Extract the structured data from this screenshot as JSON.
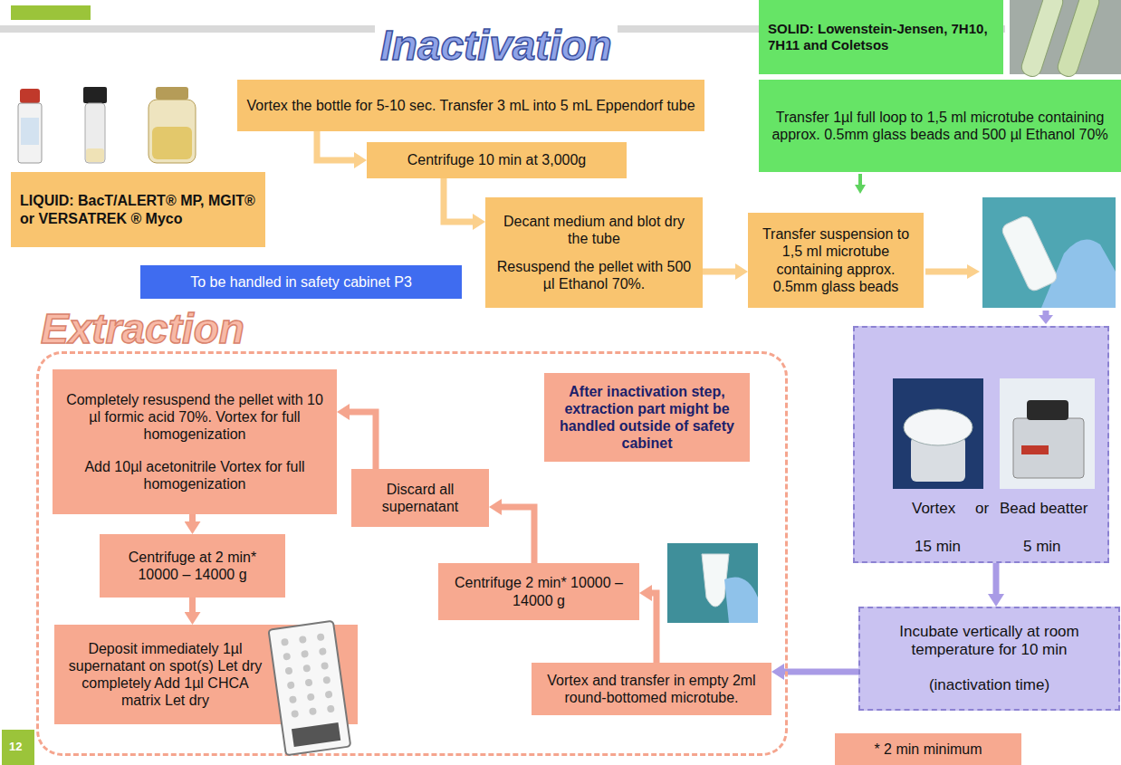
{
  "diagram": {
    "title": "Inactivation",
    "nodes": [
      {
        "text": [
          "Vortex the bottle for 5-10 sec. Transfer 3 mL into 5 mL Eppendorf tube"
        ]
      },
      {
        "text": [
          "SOLID: Lowenstein-Jensen, 7H10, 7H11 and Coletsos"
        ]
      },
      {
        "text": [
          "Transfer 1µl full loop to 1,5 ml microtube containing approx. 0.5mm glass beads and 500 µl Ethanol 70%"
        ]
      },
      {
        "text": [
          "Centrifuge 10 min at 3,000g"
        ]
      },
      {
        "text": [
          "LIQUID: BacT/ALERT® MP, MGIT® or VERSATREK ® Myco"
        ]
      },
      {
        "text": [
          "Decant medium and blot dry the tube",
          "Resuspend the pellet with 500 µl Ethanol 70%."
        ]
      },
      {
        "text": [
          "Transfer suspension to 1,5 ml microtube containing approx. 0.5mm glass beads"
        ]
      },
      {
        "text": [
          "To be handled in safety cabinet P3"
        ]
      },
      {
        "text": [
          "Vortex",
          "or",
          "Bead beatter",
          "15 min",
          "5 min"
        ]
      },
      {
        "text": [
          "Extraction"
        ]
      },
      {
        "text": [
          "Completely resuspend the pellet with 10 µl formic acid 70%. Vortex for full homogenization",
          "Add 10µl acetonitrile Vortex for full homogenization"
        ],
        "in": 9
      },
      {
        "text": [
          "After inactivation step, extraction part might be handled outside of safety cabinet"
        ],
        "in": 9
      },
      {
        "text": [
          "Discard all supernatant"
        ],
        "in": 9
      },
      {
        "text": [
          "Centrifuge at 2 min* 10000 – 14000 g"
        ],
        "in": 9
      },
      {
        "text": [
          "Centrifuge 2 min* 10000 – 14000 g"
        ],
        "in": 9
      },
      {
        "text": [
          "Incubate vertically at room temperature for 10 min",
          "(inactivation time)"
        ]
      },
      {
        "text": [
          "Deposit immediately 1µl supernatant on spot(s) Let dry completely Add 1µl CHCA matrix Let dry"
        ],
        "in": 9
      },
      {
        "text": [
          "Vortex and transfer in empty 2ml round-bottomed microtube."
        ],
        "in": 9
      },
      {
        "text": [
          "* 2 min minimum"
        ]
      }
    ],
    "edges": [
      {
        "from": 0,
        "to": 3,
        "arrow": "to"
      },
      {
        "from": 3,
        "to": 5,
        "arrow": "to"
      },
      {
        "from": 5,
        "to": 6,
        "arrow": "to"
      },
      {
        "from": 8,
        "to": 15,
        "arrow": "to"
      },
      {
        "from": 15,
        "to": 17,
        "arrow": "to"
      },
      {
        "from": 17,
        "to": 14,
        "arrow": "to"
      },
      {
        "from": 14,
        "to": 12,
        "arrow": "to"
      },
      {
        "from": 12,
        "to": 10,
        "arrow": "to"
      },
      {
        "from": 10,
        "to": 13,
        "arrow": "to"
      },
      {
        "from": 13,
        "to": 16,
        "arrow": "to"
      }
    ],
    "labels": [
      "12"
    ]
  }
}
